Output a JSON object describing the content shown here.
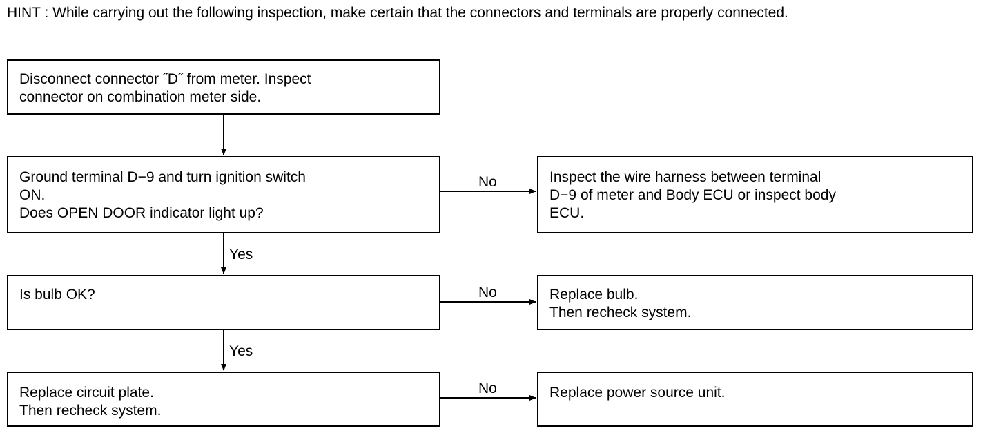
{
  "hint": "HINT : While carrying out the following inspection, make certain that the connectors and terminals are properly connected.",
  "steps": [
    {
      "text": "Disconnect connector ˝D˝  from meter. Inspect\nconnector on combination meter side."
    },
    {
      "text": "Ground terminal D−9 and turn ignition switch\nON.\nDoes OPEN DOOR indicator light up?"
    },
    {
      "text": "Is bulb OK?"
    },
    {
      "text": "Replace circuit plate.\nThen recheck system."
    }
  ],
  "results": [
    {
      "text": "Inspect the wire harness between terminal\nD−9 of meter and Body ECU or inspect body\nECU."
    },
    {
      "text": "Replace bulb.\nThen recheck system."
    },
    {
      "text": "Replace power source unit."
    }
  ],
  "labels": {
    "no": "No",
    "yes": "Yes"
  }
}
